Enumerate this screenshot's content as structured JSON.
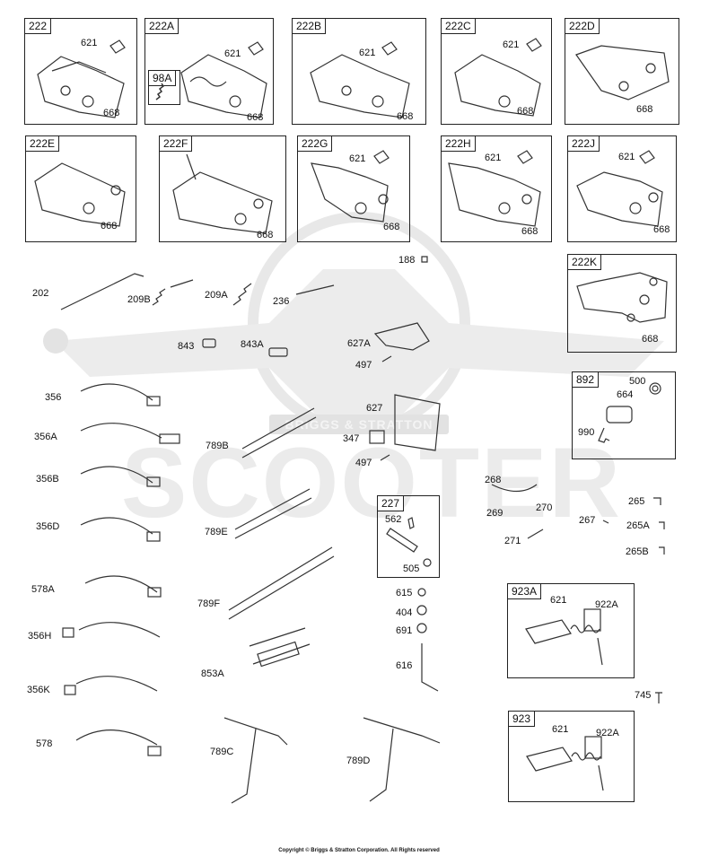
{
  "watermark": {
    "text": "SCOOTER",
    "badge": "BRIGGS & STRATTON"
  },
  "boxes": [
    {
      "tag": "222",
      "parts": [
        "621",
        "668"
      ]
    },
    {
      "tag": "222A",
      "parts": [
        "621",
        "668"
      ]
    },
    {
      "tag": "98A",
      "parts": []
    },
    {
      "tag": "222B",
      "parts": [
        "621",
        "668"
      ]
    },
    {
      "tag": "222C",
      "parts": [
        "621",
        "668"
      ]
    },
    {
      "tag": "222D",
      "parts": [
        "668"
      ]
    },
    {
      "tag": "222E",
      "parts": [
        "668"
      ]
    },
    {
      "tag": "222F",
      "parts": [
        "668"
      ]
    },
    {
      "tag": "222G",
      "parts": [
        "621",
        "668"
      ]
    },
    {
      "tag": "222H",
      "parts": [
        "621",
        "668"
      ]
    },
    {
      "tag": "222J",
      "parts": [
        "621",
        "668"
      ]
    },
    {
      "tag": "222K",
      "parts": [
        "668"
      ]
    },
    {
      "tag": "892",
      "parts": [
        "500",
        "664",
        "990"
      ]
    },
    {
      "tag": "227",
      "parts": [
        "562",
        "505"
      ]
    },
    {
      "tag": "923A",
      "parts": [
        "621",
        "922A"
      ]
    },
    {
      "tag": "923",
      "parts": [
        "621",
        "922A"
      ]
    }
  ],
  "labels": [
    "188",
    "202",
    "209B",
    "209A",
    "236",
    "843",
    "843A",
    "627A",
    "497",
    "356",
    "356A",
    "356B",
    "356D",
    "578A",
    "356H",
    "356K",
    "578",
    "789B",
    "789E",
    "789F",
    "853A",
    "789C",
    "789D",
    "627",
    "347",
    "497",
    "268",
    "269",
    "270",
    "271",
    "265",
    "267",
    "265A",
    "265B",
    "615",
    "404",
    "691",
    "616",
    "745"
  ],
  "copyright": "Copyright © Briggs & Stratton Corporation. All Rights reserved"
}
